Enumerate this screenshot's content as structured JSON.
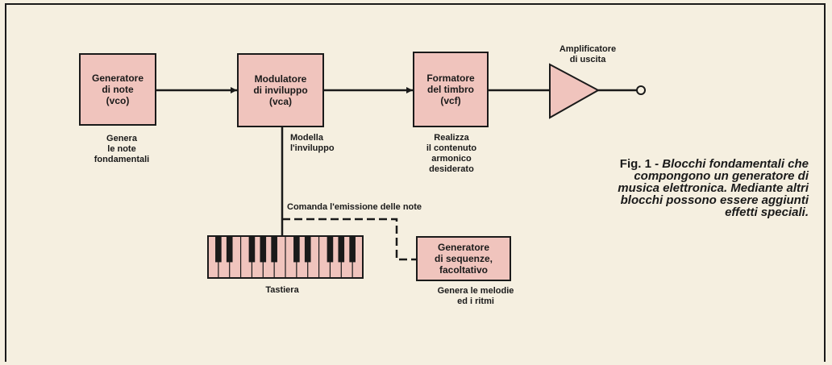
{
  "colors": {
    "block_fill": "#f0c4bd",
    "line": "#1a1a1a",
    "paper": "#f5efe0"
  },
  "blocks": {
    "vco": "Generatore\ndi note\n(vco)",
    "vca": "Modulatore\ndi inviluppo\n(vca)",
    "vcf": "Formatore\ndel timbro\n(vcf)",
    "sequencer": "Generatore\ndi sequenze,\nfacoltativo"
  },
  "amplifier_label": "Amplificatore\ndi uscita",
  "captions": {
    "vco": "Genera\nle note\nfondamentali",
    "vca": "Modella\nl'inviluppo",
    "vcf": "Realizza\nil contenuto\narmonico\ndesiderato",
    "command_line": "Comanda l'emissione delle note",
    "keyboard": "Tastiera",
    "sequencer": "Genera le melodie\ned i ritmi"
  },
  "figure_caption": {
    "label": "Fig. 1 -",
    "text": "Blocchi fondamentali che compongono un generatore di musica elettronica. Mediante altri blocchi possono essere aggiunti effetti speciali."
  },
  "keyboard": {
    "white_keys": 14,
    "black_key_pattern": [
      1,
      1,
      0,
      1,
      1,
      1,
      0,
      1,
      1,
      0,
      1,
      1,
      1
    ]
  }
}
